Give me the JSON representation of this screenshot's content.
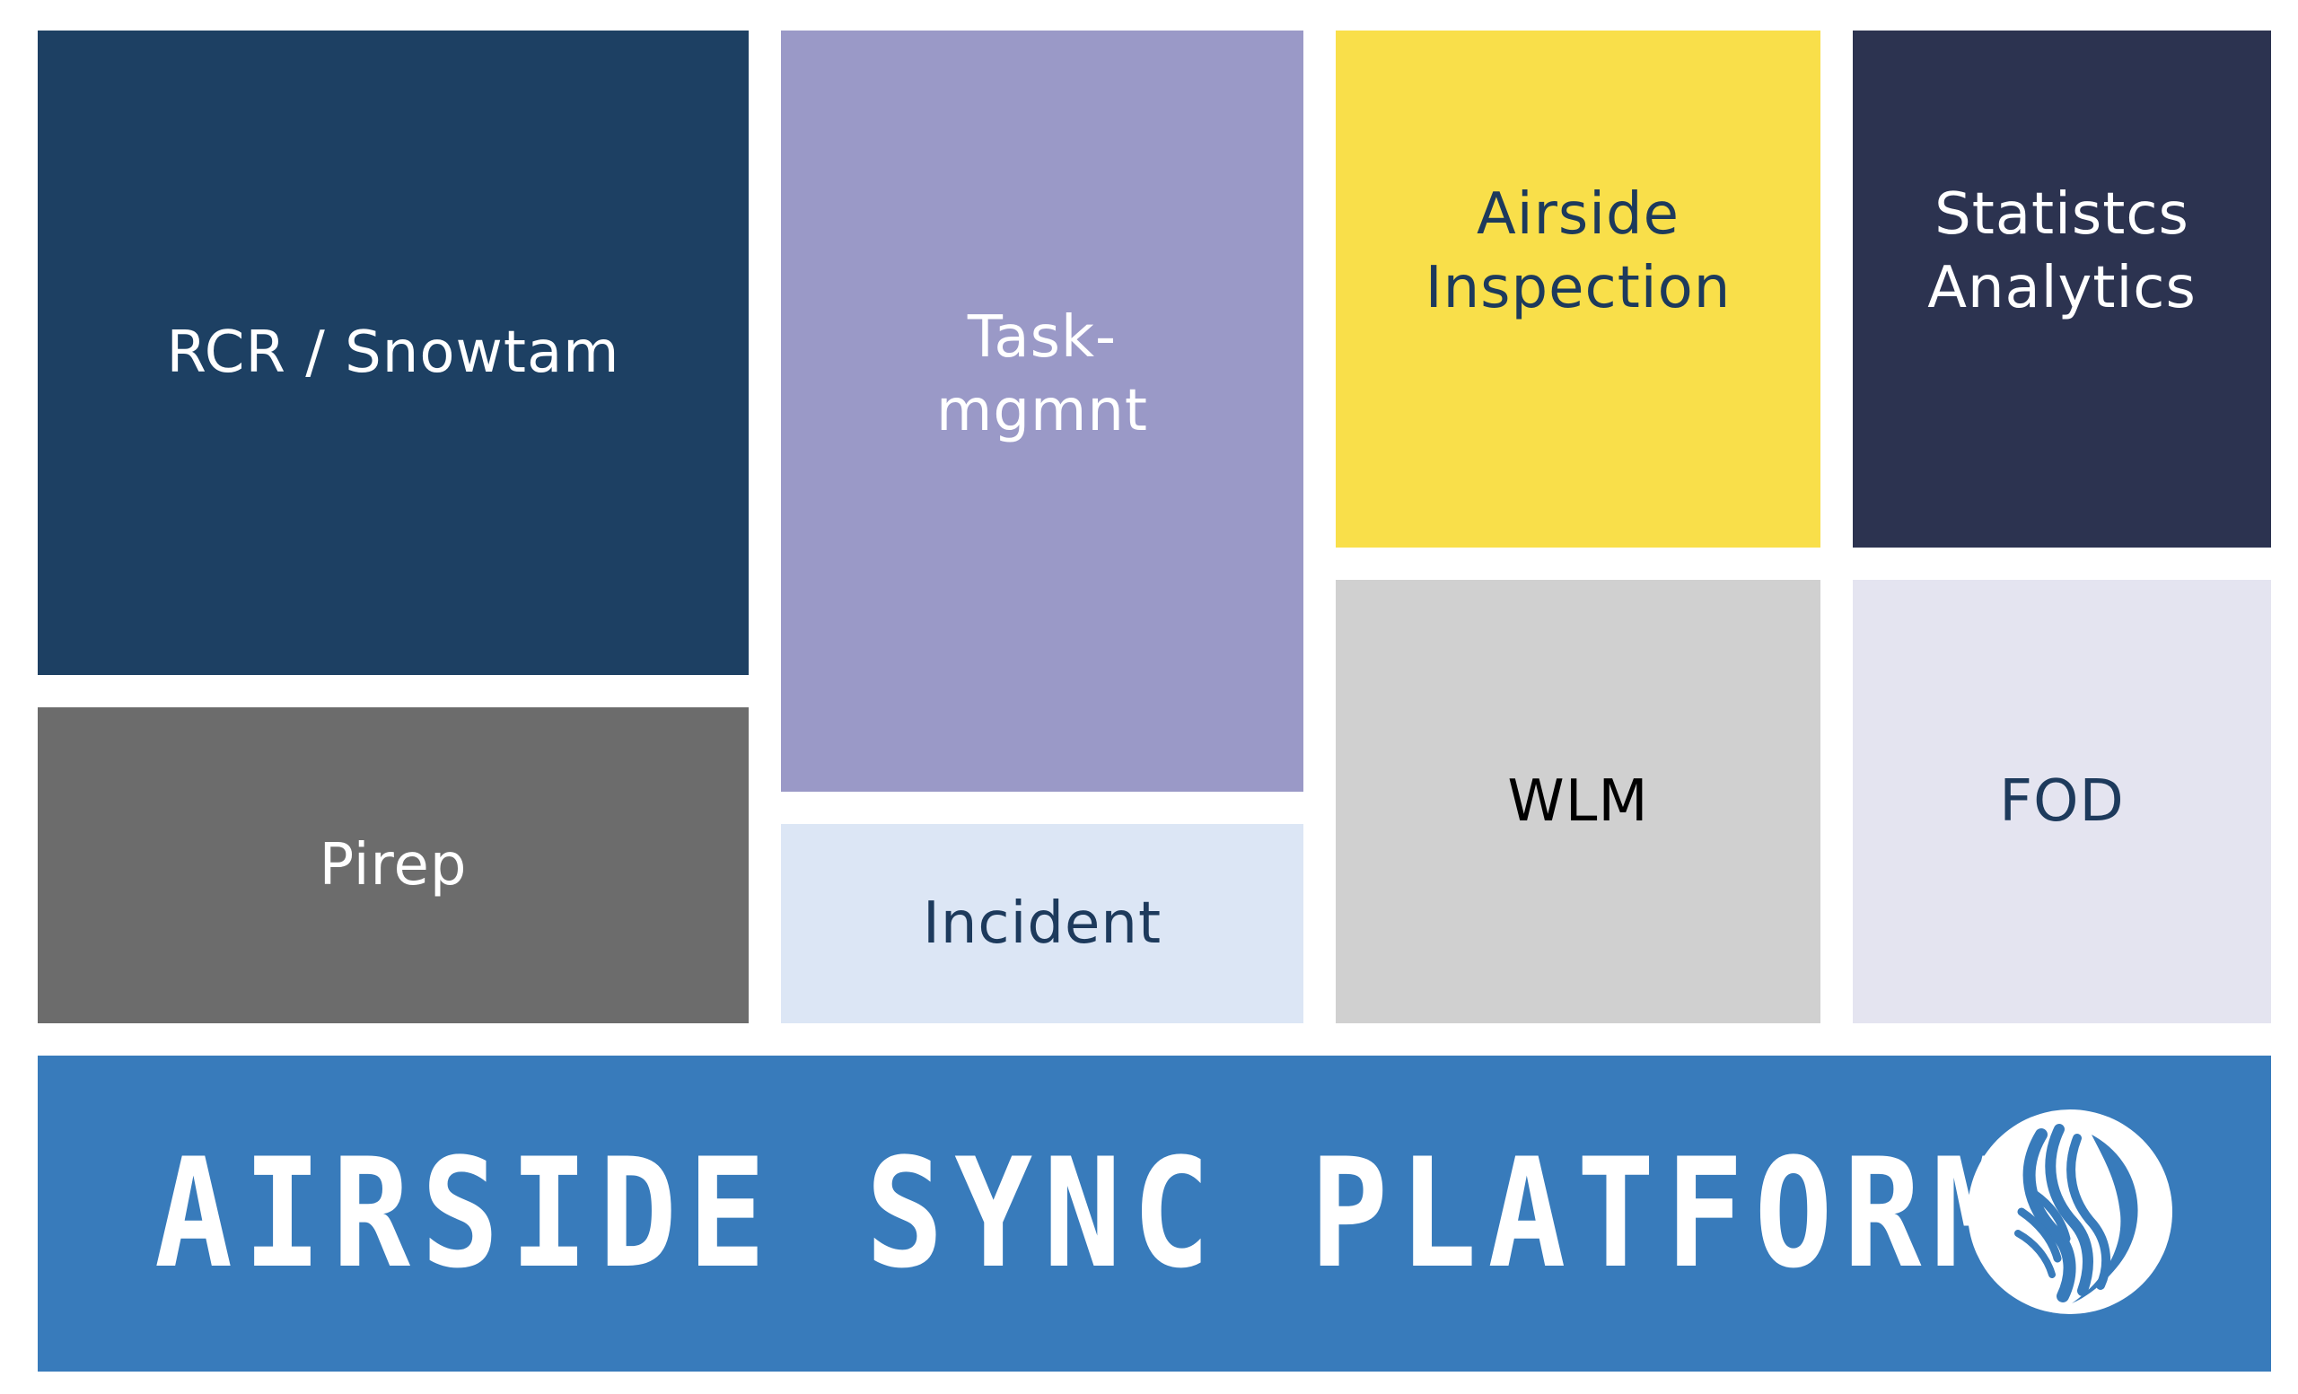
{
  "tiles": [
    {
      "id": "rcr",
      "label": "RCR / Snowtam",
      "bg": "#1d4063",
      "fg": "#ffffff"
    },
    {
      "id": "pirep",
      "label": "Pirep",
      "bg": "#6c6c6c",
      "fg": "#ffffff"
    },
    {
      "id": "task",
      "label": "Task-\nmgmnt",
      "bg": "#9a99c7",
      "fg": "#ffffff"
    },
    {
      "id": "incident",
      "label": "Incident",
      "bg": "#dce6f5",
      "fg": "#1d3a5c"
    },
    {
      "id": "inspect",
      "label": "Airside\nInspection",
      "bg": "#f9df4a",
      "fg": "#1d3a5c"
    },
    {
      "id": "stats",
      "label": "Statistcs\nAnalytics",
      "bg": "#2c3350",
      "fg": "#ffffff"
    },
    {
      "id": "wlm",
      "label": "WLM",
      "bg": "#d0d0d0",
      "fg": "#000000"
    },
    {
      "id": "fod",
      "label": "FOD",
      "bg": "#e4e4f0",
      "fg": "#1d3a5c"
    }
  ],
  "platform": {
    "title": "AIRSIDE SYNC PLATFORM",
    "bg": "#387bbb",
    "fg": "#ffffff",
    "logo_icon": "flame-wave-logo-icon"
  }
}
